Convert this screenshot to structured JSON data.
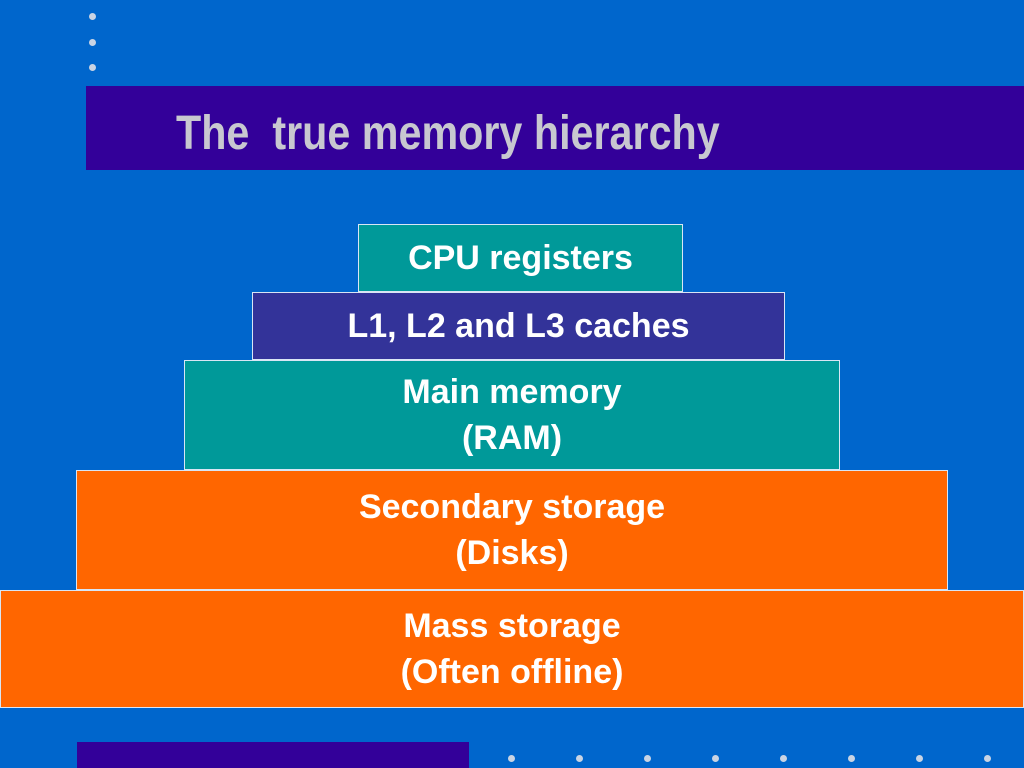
{
  "slide": {
    "title": "The  true memory hierarchy"
  },
  "pyramid": {
    "tiers": [
      {
        "line1": "CPU registers",
        "line2": ""
      },
      {
        "line1": "L1, L2 and L3 caches",
        "line2": ""
      },
      {
        "line1": "Main memory",
        "line2": "(RAM)"
      },
      {
        "line1": "Secondary storage",
        "line2": "(Disks)"
      },
      {
        "line1": "Mass storage",
        "line2": "(Often offline)"
      }
    ]
  },
  "colors": {
    "background": "#0066cc",
    "title_bar": "#330099",
    "title_text": "#c8c8d0",
    "teal": "#009999",
    "indigo": "#333399",
    "orange": "#ff6600"
  }
}
